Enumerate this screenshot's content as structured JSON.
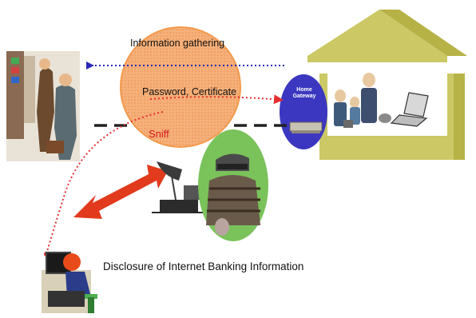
{
  "labels": {
    "information_gathering": "Information gathering",
    "password_certificate": "Password, Certificate",
    "sniff": "Sniff",
    "home_gateway": "Home Gateway",
    "disclosure": "Disclosure of Internet Banking Information"
  },
  "colors": {
    "circle_fill": "#f6b07a",
    "circle_stroke": "#f29a4c",
    "house_wall": "#cbc865",
    "house_roof": "#b6b246",
    "gateway_fill": "#3b37c0",
    "info_arrow": "#2a2ab8",
    "attack_arrow": "#e23a1c",
    "red_dot_path": "#e23030",
    "sniff_line": "#222222"
  },
  "icons": [
    "atm-clipart",
    "house",
    "family-clipart",
    "laptop-icon",
    "router-icon",
    "thief-clipart",
    "satellite-dish-icon",
    "hacker-at-computer-clipart"
  ]
}
